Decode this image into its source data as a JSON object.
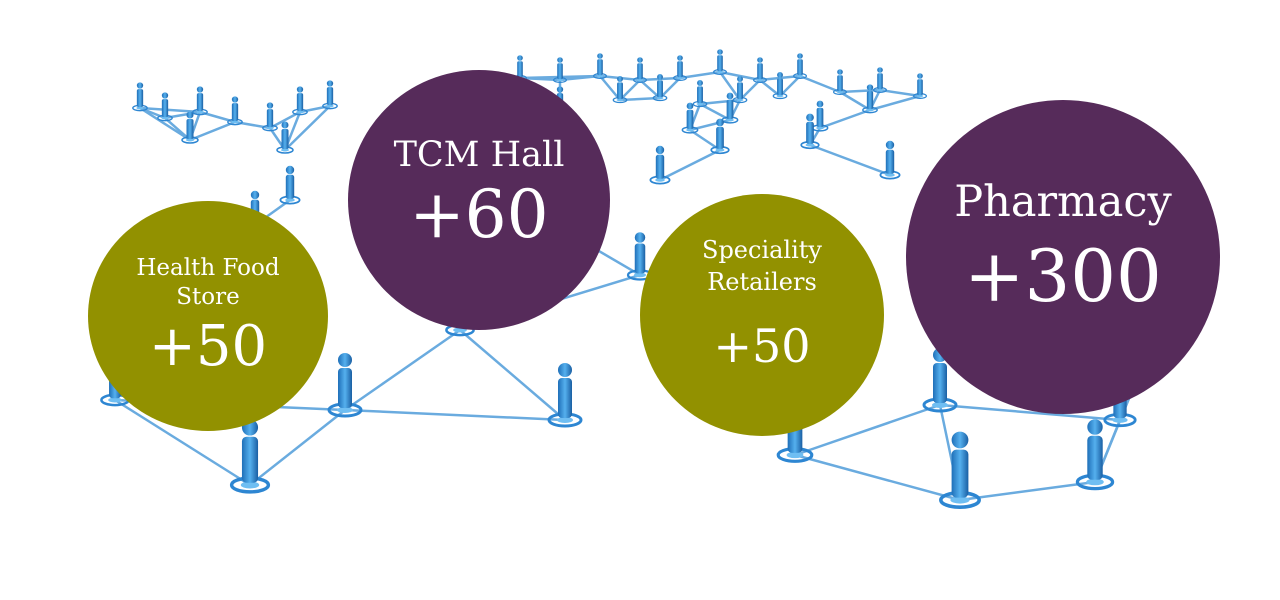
{
  "colors": {
    "olive": "#929100",
    "purple": "#562b5a",
    "network_blue": "#3a8fd6"
  },
  "bubbles": [
    {
      "label": "Health Food Store",
      "value": "+50",
      "color": "#929100"
    },
    {
      "label": "TCM Hall",
      "value": "+60",
      "color": "#562b5a"
    },
    {
      "label": "Speciality Retailers",
      "value": "+50",
      "color": "#929100"
    },
    {
      "label": "Pharmacy",
      "value": "+300",
      "color": "#562b5a"
    }
  ],
  "background": {
    "image": "network-of-people-icon"
  }
}
